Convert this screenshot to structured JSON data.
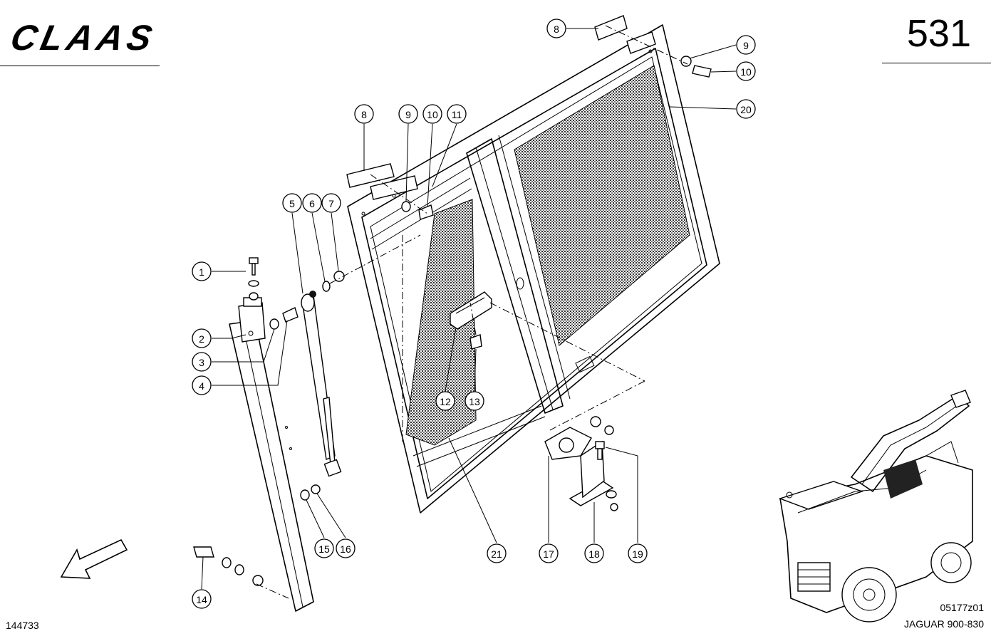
{
  "header": {
    "brand": "CLAAS",
    "page_number": "531"
  },
  "footer": {
    "drawing_number": "144733",
    "figure_code": "05177z01",
    "model": "JAGUAR 900-830"
  },
  "callouts": [
    {
      "id": "c1",
      "label": "1"
    },
    {
      "id": "c2",
      "label": "2"
    },
    {
      "id": "c3",
      "label": "3"
    },
    {
      "id": "c4",
      "label": "4"
    },
    {
      "id": "c5",
      "label": "5"
    },
    {
      "id": "c6",
      "label": "6"
    },
    {
      "id": "c7",
      "label": "7"
    },
    {
      "id": "c8a",
      "label": "8"
    },
    {
      "id": "c9a",
      "label": "9"
    },
    {
      "id": "c10a",
      "label": "10"
    },
    {
      "id": "c11",
      "label": "11"
    },
    {
      "id": "c12",
      "label": "12"
    },
    {
      "id": "c13",
      "label": "13"
    },
    {
      "id": "c14",
      "label": "14"
    },
    {
      "id": "c15",
      "label": "15"
    },
    {
      "id": "c16",
      "label": "16"
    },
    {
      "id": "c17",
      "label": "17"
    },
    {
      "id": "c18",
      "label": "18"
    },
    {
      "id": "c19",
      "label": "19"
    },
    {
      "id": "c8b",
      "label": "8"
    },
    {
      "id": "c9b",
      "label": "9"
    },
    {
      "id": "c10b",
      "label": "10"
    },
    {
      "id": "c20",
      "label": "20"
    },
    {
      "id": "c21",
      "label": "21"
    }
  ]
}
